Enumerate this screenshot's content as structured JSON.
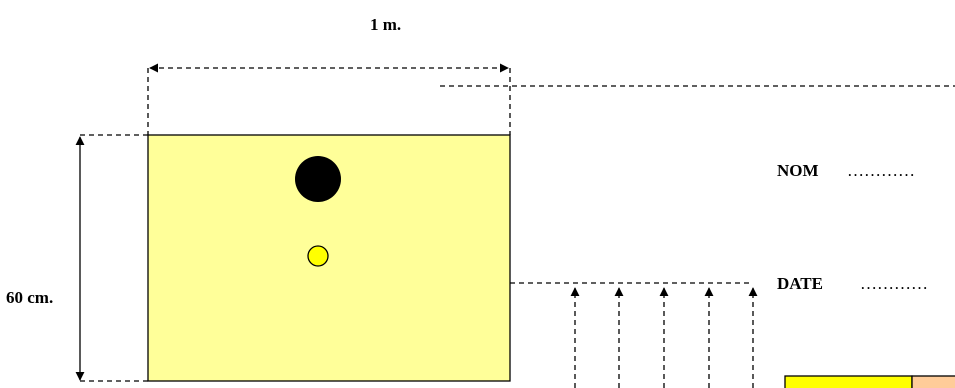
{
  "labels": {
    "width": "1 m.",
    "height": "60 cm.",
    "nom": "NOM",
    "nom_dots": "…………",
    "date": "DATE",
    "date_dots": "…………"
  },
  "colors": {
    "panel_fill": "#ffff99",
    "large_dot": "#000000",
    "small_dot": "#ffff00",
    "bottom_box_left": "#ffff00",
    "bottom_box_right": "#ffcc99"
  },
  "icons": {
    "large_dot": "filled-circle-icon",
    "small_dot": "ring-circle-icon",
    "arrow": "arrowhead-icon"
  }
}
